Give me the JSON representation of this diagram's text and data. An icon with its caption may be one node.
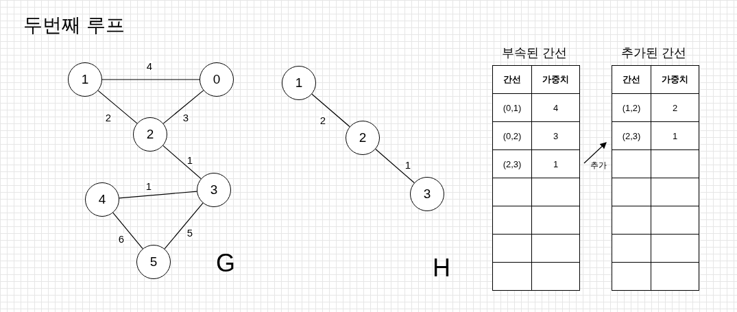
{
  "diagram": {
    "title": "두번째 루프",
    "nodes": [
      {
        "text": [
          "1"
        ]
      },
      {
        "text": [
          "0"
        ]
      },
      {
        "text": [
          "2"
        ]
      },
      {
        "text": [
          "4"
        ]
      },
      {
        "text": [
          "3"
        ]
      },
      {
        "text": [
          "5"
        ]
      },
      {
        "text": [
          "1"
        ]
      },
      {
        "text": [
          "2"
        ]
      },
      {
        "text": [
          "3"
        ]
      }
    ],
    "edges": [
      {
        "from": 0,
        "to": 1,
        "arrow": "none",
        "label": "4"
      },
      {
        "from": 0,
        "to": 2,
        "arrow": "none",
        "label": "2"
      },
      {
        "from": 1,
        "to": 2,
        "arrow": "none",
        "label": "3"
      },
      {
        "from": 2,
        "to": 4,
        "arrow": "none",
        "label": "1"
      },
      {
        "from": 3,
        "to": 4,
        "arrow": "none",
        "label": "1"
      },
      {
        "from": 3,
        "to": 5,
        "arrow": "none",
        "label": "6"
      },
      {
        "from": 4,
        "to": 5,
        "arrow": "none",
        "label": "5"
      },
      {
        "from": 6,
        "to": 7,
        "arrow": "none",
        "label": "2"
      },
      {
        "from": 7,
        "to": 8,
        "arrow": "none",
        "label": "1"
      }
    ],
    "labels": [
      "G",
      "H",
      "부속된 간선",
      "간선",
      "가중치",
      "(0,1)",
      "4",
      "(0,2)",
      "3",
      "(2,3)",
      "1",
      "추가된 간선",
      "간선",
      "가중치",
      "(1,2)",
      "2",
      "(2,3)",
      "1",
      "추가"
    ]
  }
}
